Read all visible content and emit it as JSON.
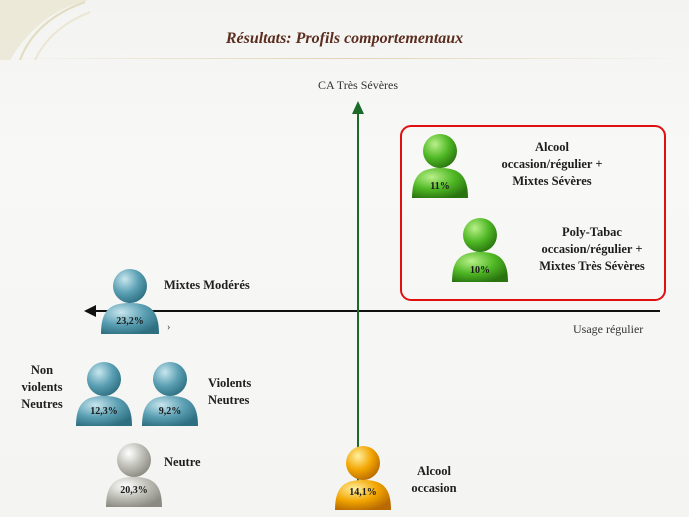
{
  "title": "Résultats: Profils comportementaux",
  "axes": {
    "vertical_label": "CA Très Sévères",
    "horizontal_label": "Usage régulier"
  },
  "colors": {
    "green": "#4fb824",
    "blue": "#5a9fb3",
    "grey": "#bdbdb5",
    "orange": "#f2a500",
    "highlight_box": "#e01010",
    "axis_green": "#1a6b2a"
  },
  "profiles": [
    {
      "id": "alcool-mixtes-severes",
      "color": "green",
      "percent": "11%",
      "label_lines": [
        "Alcool",
        "occasion/régulier +",
        "Mixtes Sévères"
      ]
    },
    {
      "id": "poly-tabac",
      "color": "green",
      "percent": "10%",
      "label_lines": [
        "Poly-Tabac",
        "occasion/régulier +",
        "Mixtes Très Sévères"
      ]
    },
    {
      "id": "mixtes-moderes",
      "color": "blue",
      "percent": "23,2%",
      "label_lines": [
        "Mixtes Modérés"
      ]
    },
    {
      "id": "non-violents-neutres",
      "color": "blue",
      "percent": "12,3%",
      "label_lines": [
        "Non",
        "violents",
        "Neutres"
      ]
    },
    {
      "id": "violents-neutres",
      "color": "blue",
      "percent": "9,2%",
      "label_lines": [
        "Violents",
        "Neutres"
      ]
    },
    {
      "id": "neutre",
      "color": "grey",
      "percent": "20,3%",
      "label_lines": [
        "Neutre"
      ]
    },
    {
      "id": "alcool-occasion",
      "color": "orange",
      "percent": "14,1%",
      "label_lines": [
        "Alcool",
        "occasion"
      ]
    }
  ]
}
